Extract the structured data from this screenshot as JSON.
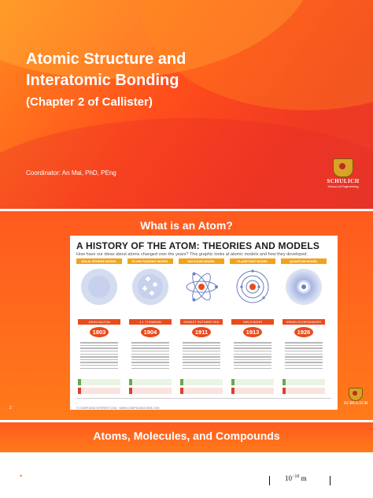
{
  "slide1": {
    "title_line1": "Atomic Structure and",
    "title_line2": "Interatomic Bonding",
    "subtitle": "(Chapter 2 of Callister)",
    "coordinator": "Coordinator: An Mai, PhD, PEng",
    "logo_name": "SCHULICH",
    "logo_sub": "School of Engineering"
  },
  "slide2": {
    "title": "What is an Atom?",
    "page_number": "2",
    "logo_name": "SCHULICH",
    "infographic": {
      "title": "A HISTORY OF THE ATOM: THEORIES AND MODELS",
      "subtitle": "How have our ideas about atoms changed over the years? This graphic looks at atomic models and how they developed.",
      "models": [
        {
          "model": "SOLID SPHERE MODEL",
          "scientist": "JOHN DALTON",
          "year": "1803"
        },
        {
          "model": "PLUM PUDDING MODEL",
          "scientist": "J.J. THOMSON",
          "year": "1904"
        },
        {
          "model": "NUCLEAR MODEL",
          "scientist": "ERNEST RUTHERFORD",
          "year": "1911"
        },
        {
          "model": "PLANETARY MODEL",
          "scientist": "NIELS BOHR",
          "year": "1913"
        },
        {
          "model": "QUANTUM MODEL",
          "scientist": "ERWIN SCHRÖDINGER",
          "year": "1926"
        }
      ],
      "footer": "© COMPOUND INTEREST 2016 · WWW.COMPOUNDCHEM.COM"
    }
  },
  "slide3": {
    "title": "Atoms, Molecules, and Compounds",
    "bullet": "•",
    "scale_label_base": "10",
    "scale_label_exp": "−10",
    "scale_label_unit": " m"
  },
  "colors": {
    "accent_orange": "#ff7a1a",
    "accent_red": "#e94b1d",
    "model_bar": "#f2a31c"
  }
}
